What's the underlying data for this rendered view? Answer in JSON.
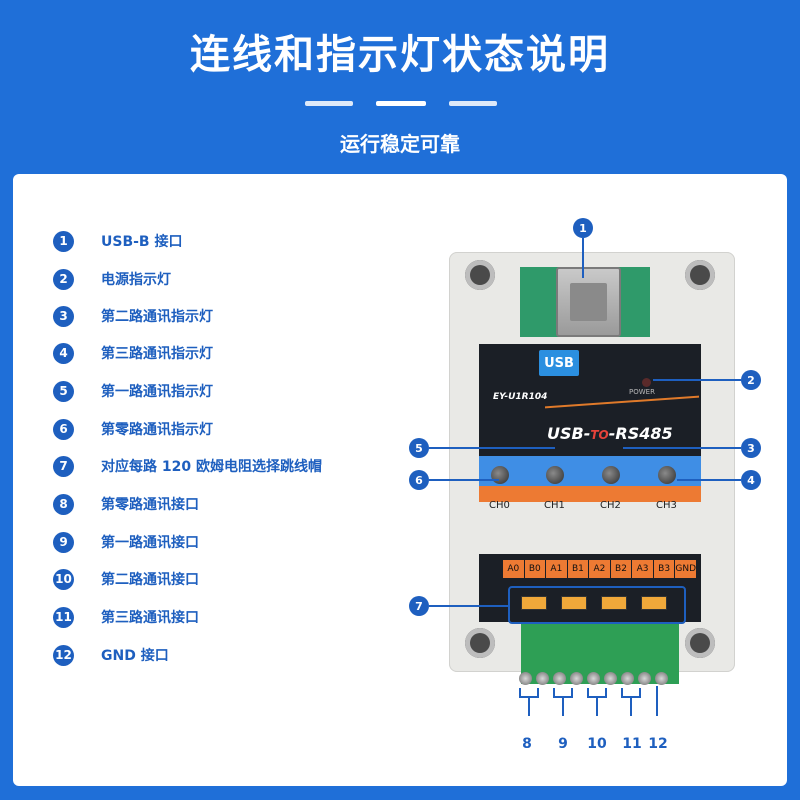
{
  "header": {
    "title": "连线和指示灯状态说明",
    "subtitle": "运行稳定可靠"
  },
  "legend": [
    {
      "num": "1",
      "text": "USB-B 接口"
    },
    {
      "num": "2",
      "text": "电源指示灯"
    },
    {
      "num": "3",
      "text": "第二路通讯指示灯"
    },
    {
      "num": "4",
      "text": "第三路通讯指示灯"
    },
    {
      "num": "5",
      "text": "第一路通讯指示灯"
    },
    {
      "num": "6",
      "text": "第零路通讯指示灯"
    },
    {
      "num": "7",
      "text": "对应每路 120 欧姆电阻选择跳线帽"
    },
    {
      "num": "8",
      "text": "第零路通讯接口"
    },
    {
      "num": "9",
      "text": "第一路通讯接口"
    },
    {
      "num": "10",
      "text": "第二路通讯接口"
    },
    {
      "num": "11",
      "text": "第三路通讯接口"
    },
    {
      "num": "12",
      "text": "GND 接口"
    }
  ],
  "device": {
    "usb_badge": "USB",
    "power_label": "POWER",
    "model": "EY-U1R104",
    "label_prefix": "USB-",
    "label_to": "TO",
    "label_suffix": "-RS485",
    "channels": [
      "CH0",
      "CH1",
      "CH2",
      "CH3"
    ],
    "pins": [
      "A0",
      "B0",
      "A1",
      "B1",
      "A2",
      "B2",
      "A3",
      "B3",
      "GND"
    ]
  },
  "callouts": {
    "c1": "1",
    "c2": "2",
    "c3": "3",
    "c4": "4",
    "c5": "5",
    "c6": "6",
    "c7": "7",
    "c8": "8",
    "c9": "9",
    "c10": "10",
    "c11": "11",
    "c12": "12"
  },
  "colors": {
    "background": "#1f6fd8",
    "accent": "#1e5fbf",
    "panel": "#ffffff"
  }
}
